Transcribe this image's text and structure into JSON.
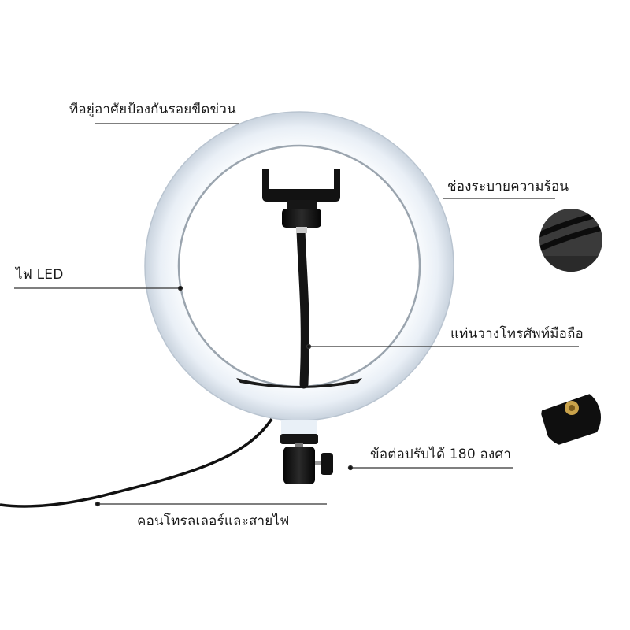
{
  "diagram": {
    "subject": "LED ring light with phone holder",
    "colors": {
      "background": "#ffffff",
      "ring_light": "#eef3f9",
      "ring_shadow": "#c7d2de",
      "hardware": "#111111",
      "leader_line": "#333333",
      "brass_insert": "#c9a24a"
    },
    "callouts": [
      {
        "id": "protective-shell",
        "text": "ทีอยู่อาศัยป้องกันรอยขีดข่วน",
        "side": "left"
      },
      {
        "id": "heat-vent",
        "text": "ช่องระบายความร้อน",
        "side": "right"
      },
      {
        "id": "led-light",
        "text": "ไฟ LED",
        "side": "left"
      },
      {
        "id": "phone-holder",
        "text": "แท่นวางโทรศัพท์มือถือ",
        "side": "right"
      },
      {
        "id": "ball-joint",
        "text": "ข้อต่อปรับได้ 180 องศา",
        "side": "right"
      },
      {
        "id": "controller-cable",
        "text": "คอนโทรลเลอร์และสายไฟ",
        "side": "bottom"
      }
    ],
    "insets": [
      {
        "id": "heat-vent-closeup",
        "depicts": "black vent grooves"
      },
      {
        "id": "thread-insert-closeup",
        "depicts": "brass threaded insert"
      }
    ]
  }
}
